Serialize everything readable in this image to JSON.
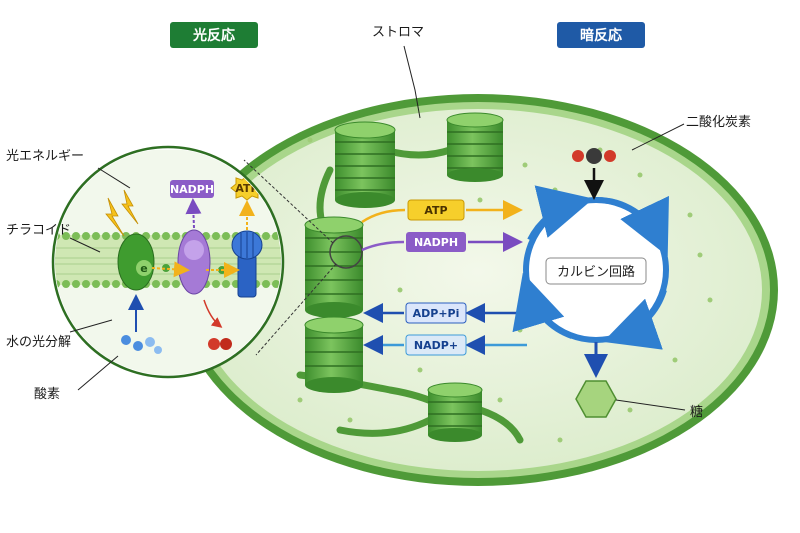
{
  "headers": {
    "light": "光反応",
    "dark": "暗反応"
  },
  "labels": {
    "stroma": "ストロマ",
    "light_energy": "光エネルギー",
    "thylakoid": "チラコイド",
    "water_photolysis": "水の光分解",
    "oxygen": "酸素",
    "co2": "二酸化炭素",
    "sugar": "糖"
  },
  "molecules": {
    "atp": "ATP",
    "nadph": "NADPH",
    "adp_pi": "ADP+Pi",
    "nadp": "NADP+",
    "electron": "e"
  },
  "cycle": {
    "label": "カルビン回路"
  },
  "colors": {
    "light_header": "#1e7d34",
    "dark_header": "#1f5aa6",
    "chloroplast_fill": "#e9f3dc",
    "chloroplast_border": "#6aa84f",
    "atp": "#f2c12e",
    "nadph": "#8b5cc7",
    "adp": "#2b5fbf",
    "cycle": "#2f7fd0"
  }
}
